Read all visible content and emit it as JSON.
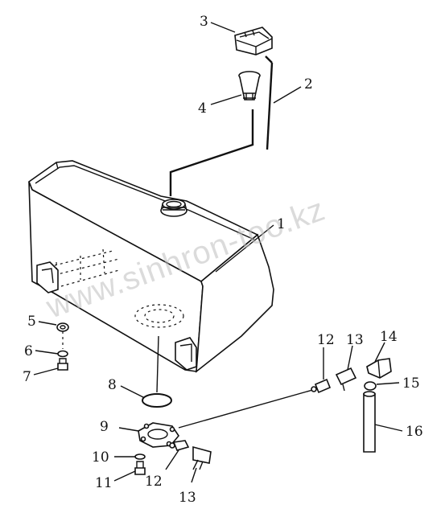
{
  "diagram": {
    "watermark": "www.sinhron-too.kz",
    "callouts": [
      {
        "id": "c1",
        "text": "1"
      },
      {
        "id": "c2",
        "text": "2"
      },
      {
        "id": "c3",
        "text": "3"
      },
      {
        "id": "c4",
        "text": "4"
      },
      {
        "id": "c5",
        "text": "5"
      },
      {
        "id": "c6",
        "text": "6"
      },
      {
        "id": "c7",
        "text": "7"
      },
      {
        "id": "c8",
        "text": "8"
      },
      {
        "id": "c9",
        "text": "9"
      },
      {
        "id": "c10",
        "text": "10"
      },
      {
        "id": "c11",
        "text": "11"
      },
      {
        "id": "c12a",
        "text": "12"
      },
      {
        "id": "c12b",
        "text": "12"
      },
      {
        "id": "c13a",
        "text": "13"
      },
      {
        "id": "c13b",
        "text": "13"
      },
      {
        "id": "c14",
        "text": "14"
      },
      {
        "id": "c15",
        "text": "15"
      },
      {
        "id": "c16",
        "text": "16"
      }
    ]
  }
}
